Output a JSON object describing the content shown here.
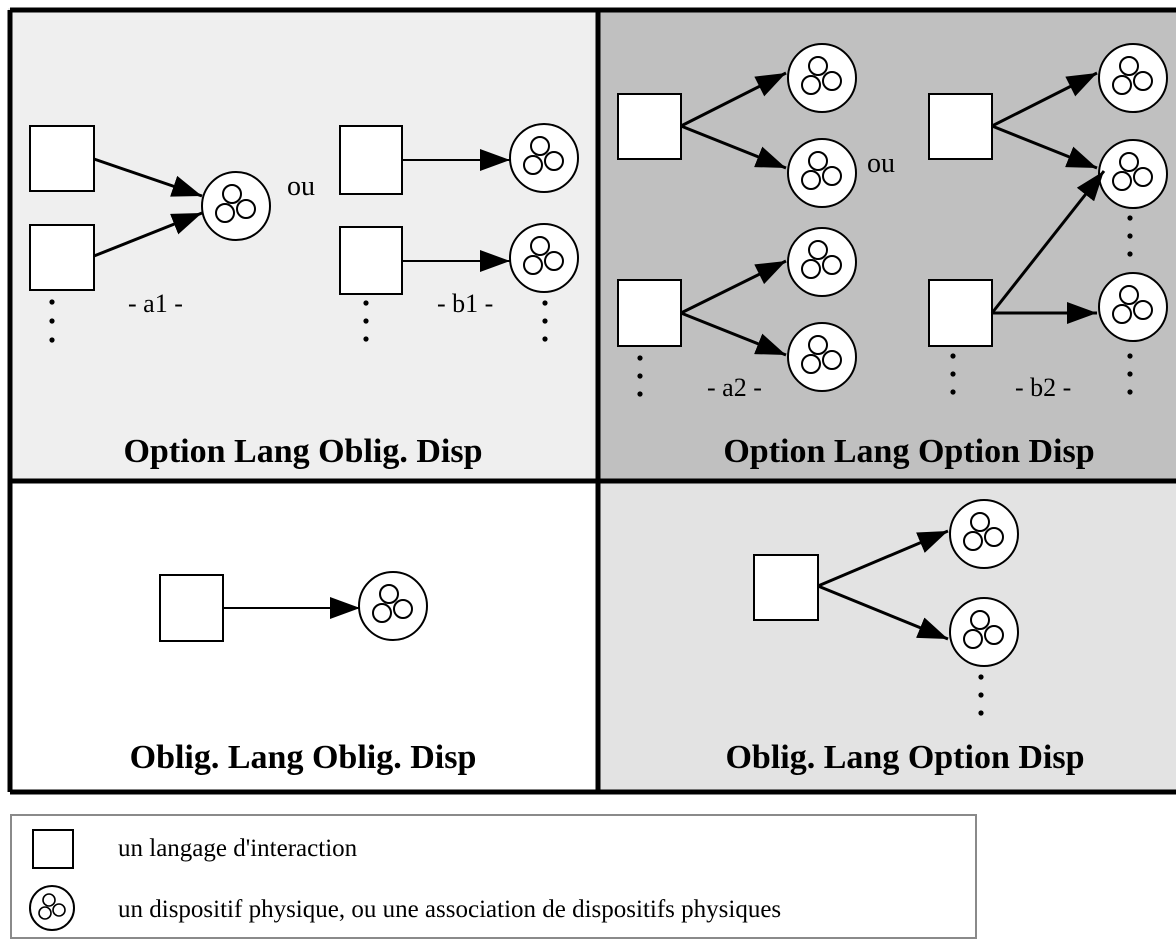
{
  "quadrants": [
    {
      "id": "top-left",
      "title": "Option Lang Oblig. Disp",
      "fill": "#efefef",
      "connector": "ou",
      "sublabels": [
        "- a1 -",
        "- b1 -"
      ]
    },
    {
      "id": "top-right",
      "title": "Option Lang Option Disp",
      "fill": "#c0c0c0",
      "connector": "ou",
      "sublabels": [
        "- a2 -",
        "- b2 -"
      ]
    },
    {
      "id": "bottom-left",
      "title": "Oblig. Lang Oblig. Disp",
      "fill": "#ffffff"
    },
    {
      "id": "bottom-right",
      "title": "Oblig. Lang Option Disp",
      "fill": "#e3e3e3"
    }
  ],
  "legend": {
    "items": [
      {
        "icon": "square-icon",
        "label": "un langage d'interaction"
      },
      {
        "icon": "device-circle-icon",
        "label": "un dispositif physique, ou une association de dispositifs physiques"
      }
    ]
  }
}
